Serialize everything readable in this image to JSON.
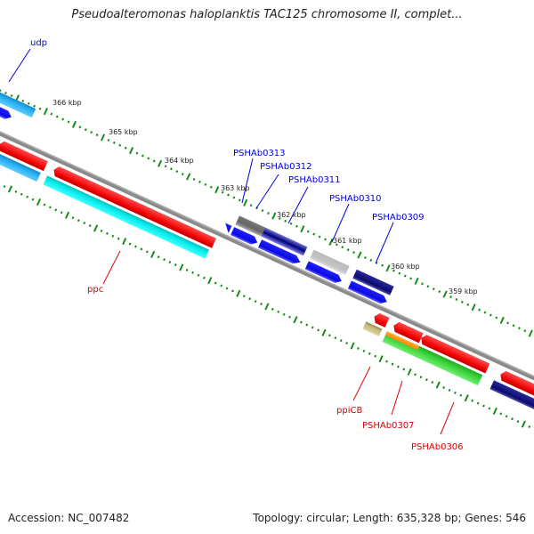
{
  "title": "Pseudoalteromonas haloplanktis TAC125 chromosome II, complet...",
  "footer": {
    "accession": "Accession: NC_007482",
    "summary": "Topology: circular; Length: 635,328 bp; Genes: 546"
  },
  "colors": {
    "backbone": "#888888",
    "tick": "#1a8a1a",
    "label_forward": "#0000dd",
    "label_reverse": "#dd0000"
  },
  "scale_labels": [
    "366 kbp",
    "365 kbp",
    "364 kbp",
    "363 kbp",
    "362 kbp",
    "361 kbp",
    "360 kbp",
    "359 kbp"
  ],
  "upper_labels": [
    "udp",
    "PSHAb0313",
    "PSHAb0312",
    "PSHAb0311",
    "PSHAb0310",
    "PSHAb0309"
  ],
  "lower_labels": [
    "ppc",
    "ppiCB",
    "PSHAb0307",
    "PSHAb0306"
  ],
  "features": [
    {
      "name": "udp-cds",
      "color": "#1ea0e6",
      "strand": "forward"
    },
    {
      "name": "udp-gene",
      "color": "#1010ee",
      "strand": "forward"
    },
    {
      "name": "ppc-gene",
      "color": "#ee0000",
      "strand": "reverse"
    },
    {
      "name": "ppc-cds",
      "color": "#00e6e6",
      "strand": "reverse"
    },
    {
      "name": "PSHAb0313",
      "color": "#666666",
      "strand": "forward"
    },
    {
      "name": "PSHAb0312",
      "color": "#4040c0",
      "strand": "forward"
    },
    {
      "name": "PSHAb0311",
      "color": "#b8b8b8",
      "strand": "forward"
    },
    {
      "name": "PSHAb0310",
      "color": "#101080",
      "strand": "forward"
    },
    {
      "name": "ppiCB",
      "color": "#c0b878",
      "strand": "reverse"
    },
    {
      "name": "PSHAb0307",
      "color": "#ff8c00",
      "strand": "reverse"
    },
    {
      "name": "PSHAb0306",
      "color": "#33cc33",
      "strand": "reverse"
    }
  ]
}
